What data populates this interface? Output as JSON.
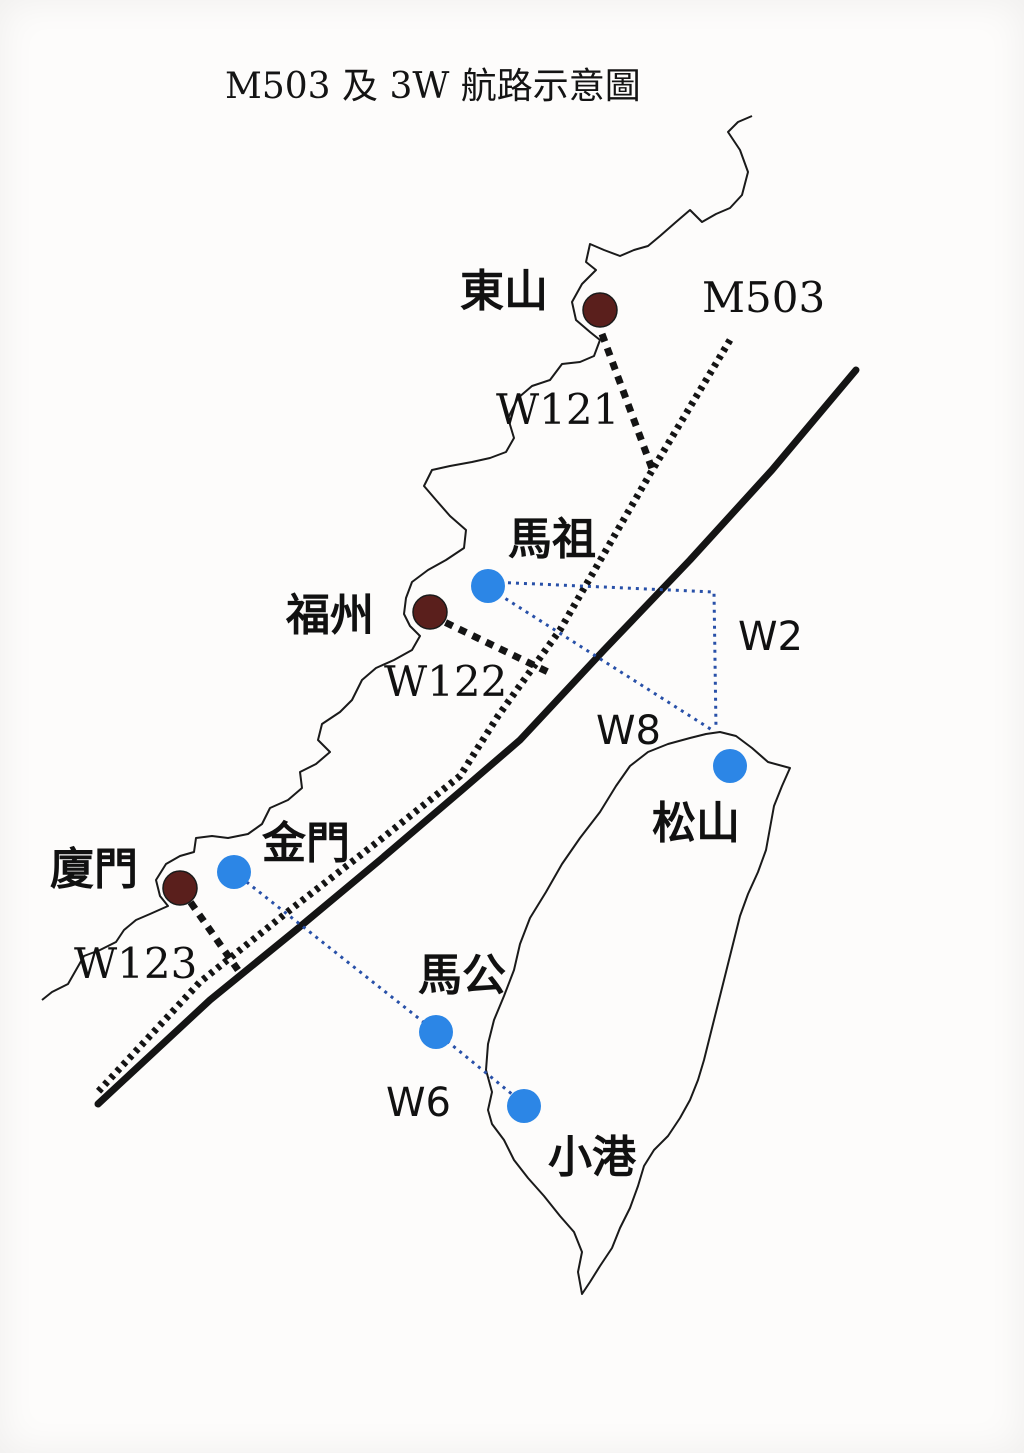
{
  "title": "M503 及 3W 航路示意圖",
  "colors": {
    "mainland_city": "#5a1f1c",
    "taiwan_city": "#2c86e6",
    "black_route": "#141414",
    "blue_route": "#2850a8",
    "coast": "#1a1a1a"
  },
  "places": {
    "dongshan": "東山",
    "fuzhou": "福州",
    "xiamen": "廈門",
    "matsu": "馬祖",
    "kinmen": "金門",
    "songshan": "松山",
    "magong": "馬公",
    "xiaogang": "小港"
  },
  "routes": {
    "m503": "M503",
    "w121": "W121",
    "w122": "W122",
    "w123": "W123",
    "w2": "W2",
    "w8": "W8",
    "w6": "W6"
  }
}
